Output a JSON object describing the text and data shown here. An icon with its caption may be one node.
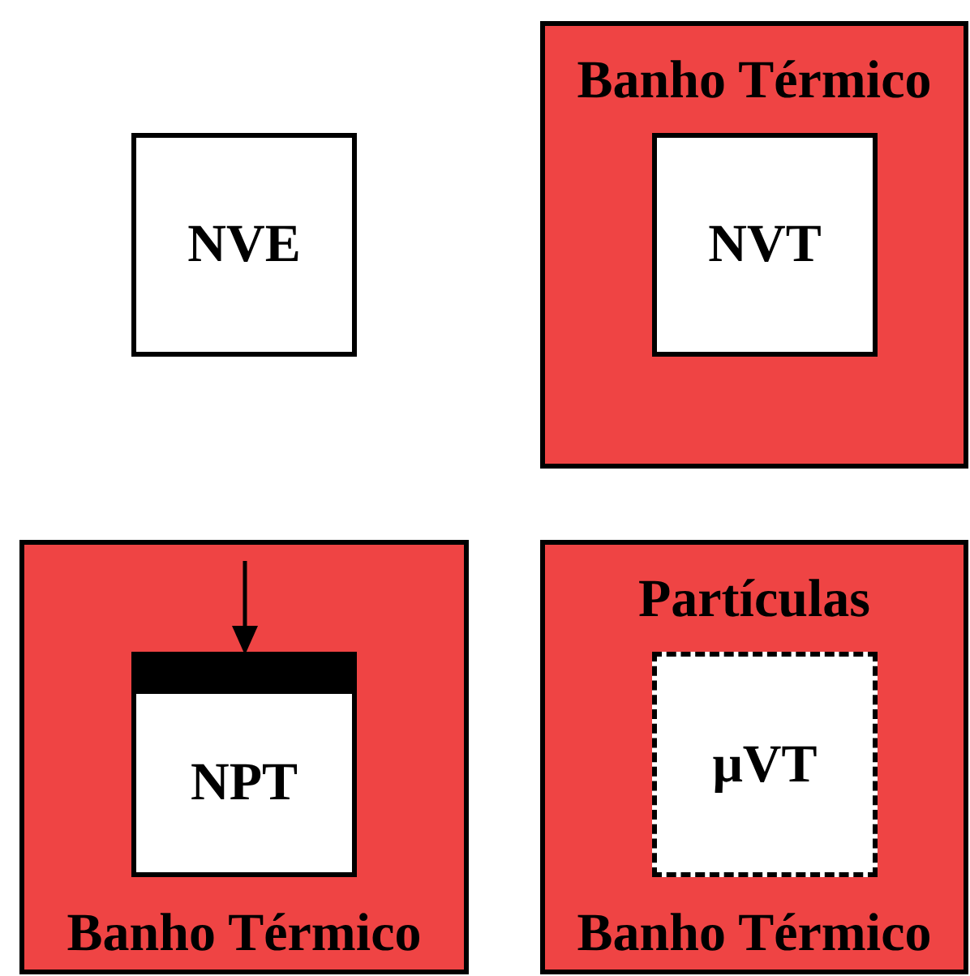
{
  "diagram": {
    "nodes": [
      {
        "text": [
          "NVE"
        ]
      },
      {
        "text": [
          "Banho Térmico"
        ]
      },
      {
        "text": [
          "NVT"
        ],
        "in": 1
      },
      {
        "text": [
          "Banho Térmico"
        ]
      },
      {
        "text": [
          "NPT"
        ],
        "in": 3
      },
      {
        "text": [],
        "shape": "bar",
        "in": 4
      },
      {
        "text": [
          "Partículas",
          "Banho Térmico"
        ]
      },
      {
        "text": [
          "μVT"
        ],
        "in": 6
      }
    ]
  }
}
